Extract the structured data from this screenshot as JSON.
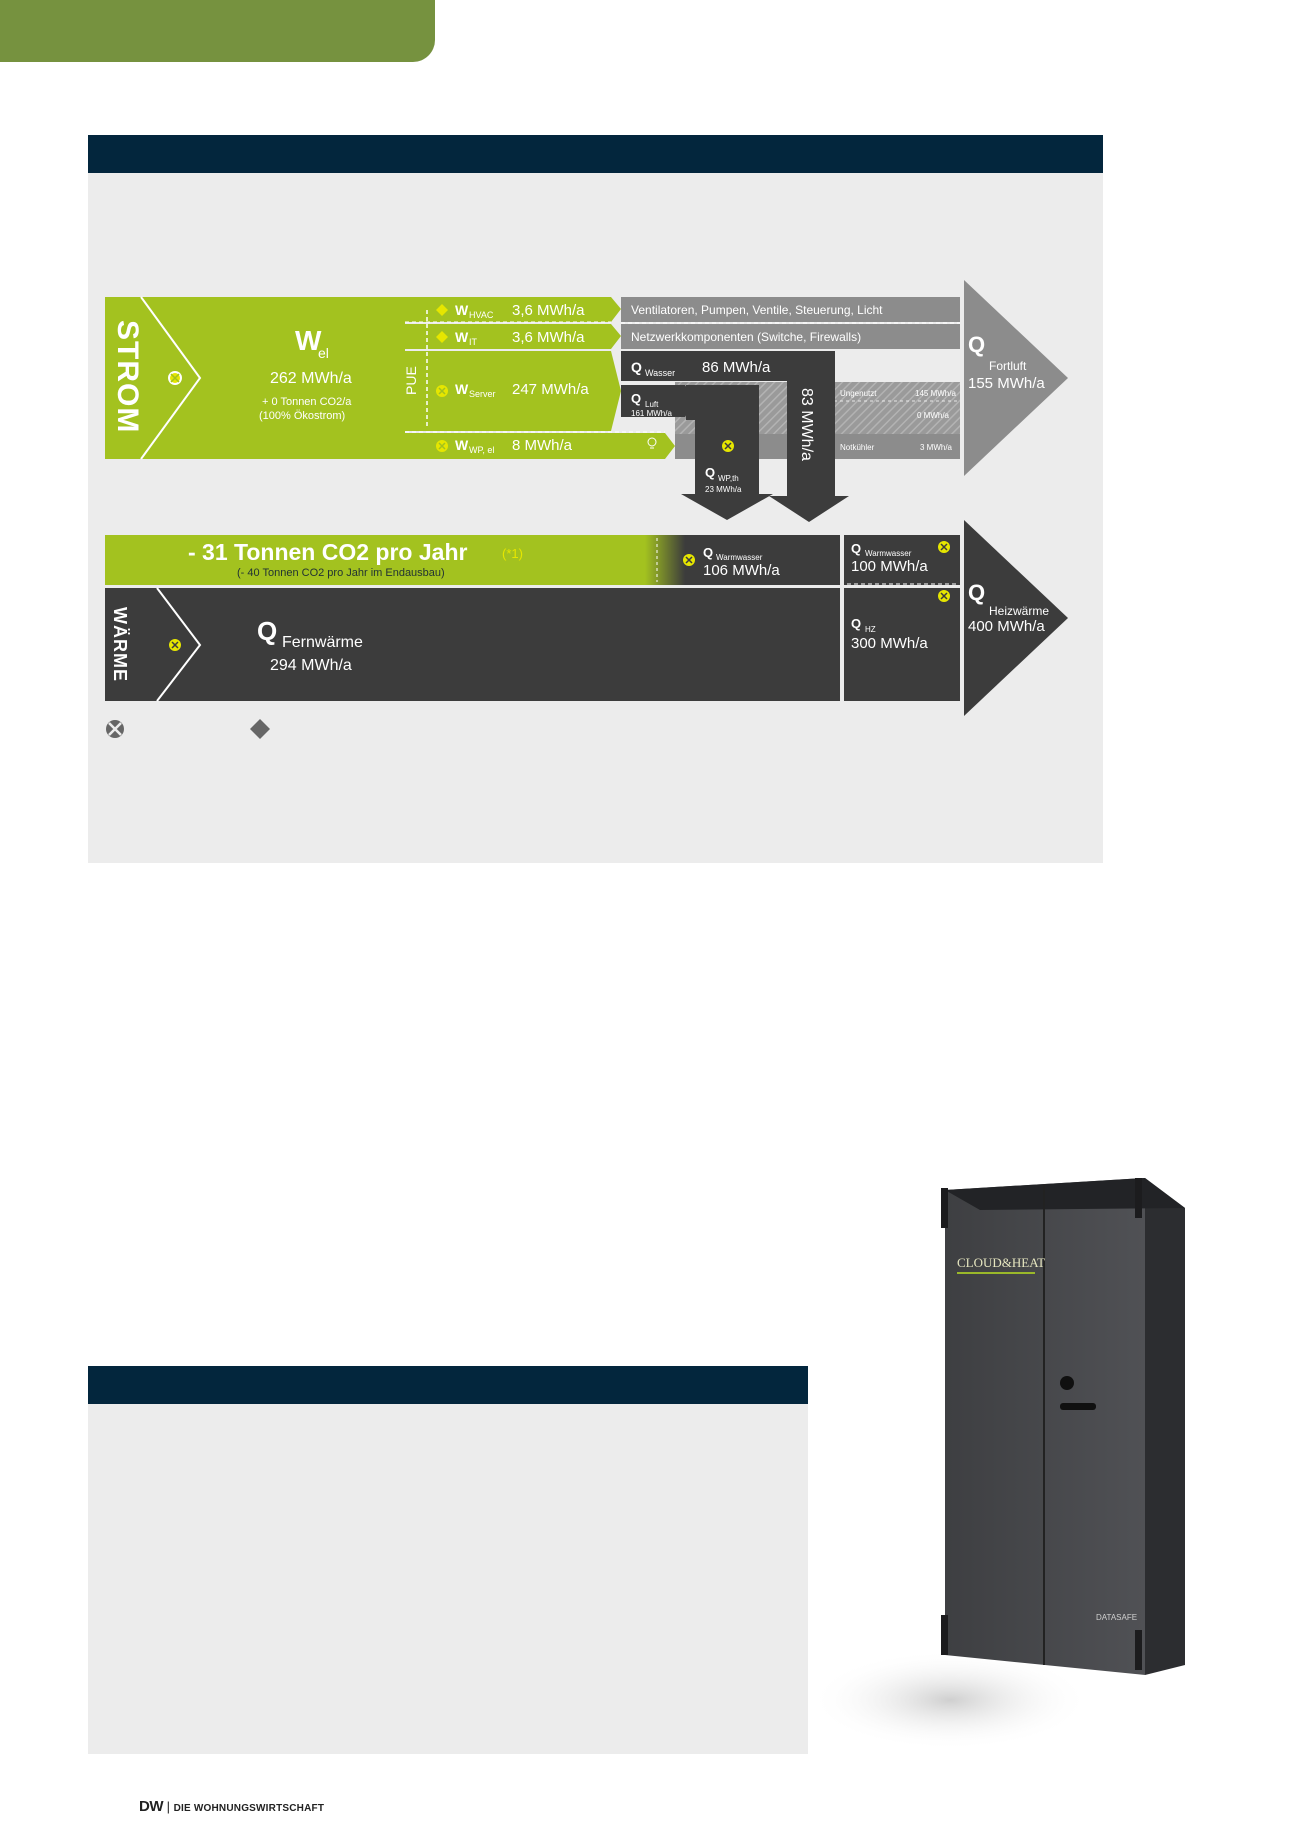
{
  "diagram": {
    "strom_label": "STROM",
    "waerme_label": "WÄRME",
    "pue_label": "PUE",
    "wel": {
      "symbol": "W",
      "sub": "el",
      "value": "262 MWh/a",
      "note1": "+ 0 Tonnen CO2/a",
      "note2": "(100% Ökostrom)"
    },
    "w_hvac": {
      "symbol": "W",
      "sub": "HVAC",
      "value": "3,6 MWh/a",
      "desc": "Ventilatoren, Pumpen, Ventile, Steuerung, Licht"
    },
    "w_it": {
      "symbol": "W",
      "sub": "IT",
      "value": "3,6 MWh/a",
      "desc": "Netzwerkkomponenten (Switche, Firewalls)"
    },
    "w_server": {
      "symbol": "W",
      "sub": "Server",
      "value": "247 MWh/a"
    },
    "w_wp": {
      "symbol": "W",
      "sub": "WP, el",
      "value": "8 MWh/a"
    },
    "q_wasser": {
      "symbol": "Q",
      "sub": "Wasser",
      "value": "86 MWh/a"
    },
    "q_luft": {
      "symbol": "Q",
      "sub": "Luft",
      "value": "161 MWh/a"
    },
    "q_wpth": {
      "symbol": "Q",
      "sub": "WP,th",
      "value": "23 MWh/a"
    },
    "vertical_flow": "83 MWh/a",
    "ungenutzt": {
      "label": "Ungenutzt",
      "value": "145 MWh/a"
    },
    "zero": "0 MWh/a",
    "notkuehler": {
      "label": "Notkühler",
      "value": "3 MWh/a"
    },
    "q_fortluft": {
      "symbol": "Q",
      "sub": "Fortluft",
      "value": "155 MWh/a"
    },
    "co2": {
      "main": "- 31 Tonnen CO2 pro Jahr",
      "ref": "(*1)",
      "sub": "(- 40 Tonnen CO2 pro Jahr im Endausbau)"
    },
    "q_warmwasser_in": {
      "symbol": "Q",
      "sub": "Warmwasser",
      "value": "106 MWh/a"
    },
    "q_warmwasser_out": {
      "symbol": "Q",
      "sub": "Warmwasser",
      "value": "100 MWh/a"
    },
    "q_hz": {
      "symbol": "Q",
      "sub": "HZ",
      "value": "300 MWh/a"
    },
    "q_heizwaerme": {
      "symbol": "Q",
      "sub": "Heizwärme",
      "value": "400 MWh/a"
    },
    "q_fernwaerme": {
      "symbol": "Q",
      "sub": "Fernwärme",
      "value": "294 MWh/a"
    }
  },
  "colors": {
    "green": "#a3c21f",
    "dark": "#3c3c3c",
    "gray": "#8c8c8c",
    "navy": "#03263d",
    "tab": "#76923f",
    "yellow": "#e6e600"
  },
  "cabinet": {
    "brand": "CLOUD&HEAT",
    "label": "DATASAFE"
  },
  "footer": {
    "dw": "DW",
    "sep": "|",
    "title": "DIE WOHNUNGSWIRTSCHAFT"
  }
}
